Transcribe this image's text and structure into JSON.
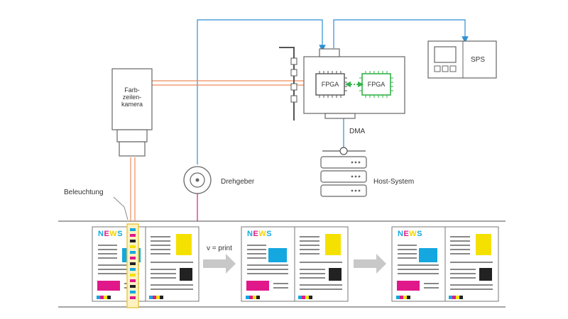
{
  "labels": {
    "camera": [
      "Farb-",
      "zeilen-",
      "kamera"
    ],
    "fpga_left": "FPGA",
    "fpga_right": "FPGA",
    "sps": "SPS",
    "dma": "DMA",
    "host_system": "Host-System",
    "drehgeber": "Drehgeber",
    "beleuchtung": "Beleuchtung",
    "speed": "v = print",
    "news": "NEWS"
  },
  "colors": {
    "blue_line": "#2f8fd0",
    "orange_line": "#ef8a5a",
    "green_line": "#34b24a",
    "magenta_line": "#e0188a",
    "cyan": "#14a7e0",
    "magenta": "#e0188a",
    "yellow": "#f5e100",
    "black": "#222222",
    "arrow_grey": "#c8c8c8"
  },
  "icons": [
    "camera-icon",
    "fpga-chip-icon",
    "sps-device-icon",
    "server-stack-icon",
    "encoder-icon",
    "newspaper-icon"
  ]
}
